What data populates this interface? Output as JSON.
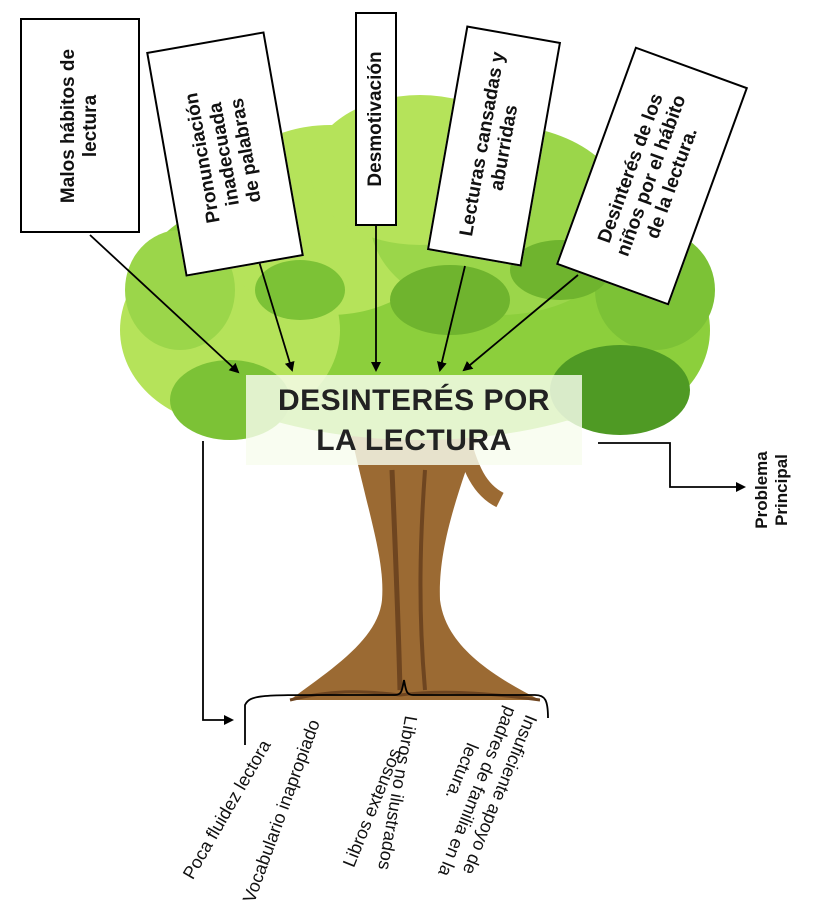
{
  "center_problem": {
    "line1": "DESINTERÉS POR",
    "line2": "LA LECTURA"
  },
  "problem_label": {
    "line1": "Problema",
    "line2": "Principal"
  },
  "causes": [
    {
      "line1": "Malos hábitos de",
      "line2": "lectura"
    },
    {
      "line1": "Pronunciación",
      "line2": "inadecuada",
      "line3": "de palabras"
    },
    {
      "line1": "Desmotivación"
    },
    {
      "line1": "Lecturas cansadas y",
      "line2": "aburridas"
    },
    {
      "line1": "Desinterés de los",
      "line2": "niños por el hábito",
      "line3": "de la lectura."
    }
  ],
  "effects": [
    {
      "line1": "Poca fluidez lectora"
    },
    {
      "line1": "Vocabulario inapropiado"
    },
    {
      "line1": "Libros extensos"
    },
    {
      "line1": "Libros no ilustrados"
    },
    {
      "line1": "Insuficiente apoyo de",
      "line2": "padres de familia en la",
      "line3": "lectura."
    }
  ],
  "colors": {
    "foliage_light": "#b5e35a",
    "foliage_mid": "#8ccf3c",
    "foliage_dark": "#4f9a24",
    "trunk": "#9b6a33",
    "trunk_dark": "#6e4520"
  }
}
